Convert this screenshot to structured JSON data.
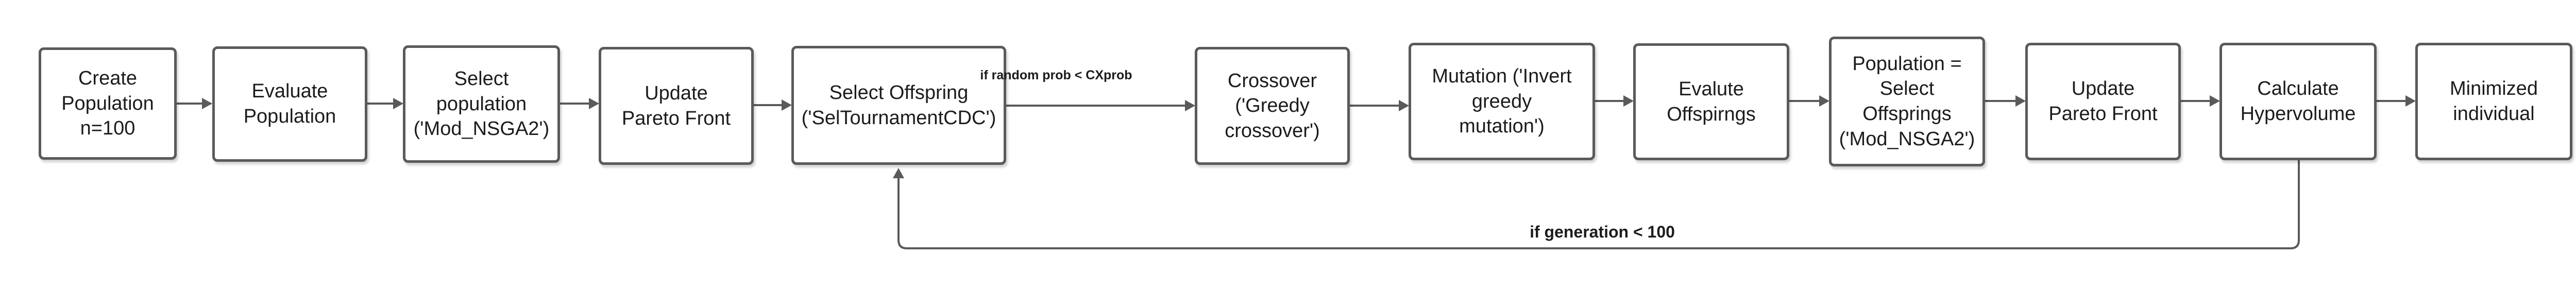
{
  "nodes": [
    {
      "id": "create_population",
      "label": "Create\nPopulation\nn=100"
    },
    {
      "id": "evaluate_population",
      "label": "Evaluate\nPopulation"
    },
    {
      "id": "select_population",
      "label": "Select\npopulation\n('Mod_NSGA2')"
    },
    {
      "id": "update_pareto_front_1",
      "label": "Update\nPareto Front"
    },
    {
      "id": "select_offspring",
      "label": "Select Offspring\n('SelTournamentCDC')"
    },
    {
      "id": "crossover",
      "label": "Crossover\n('Greedy\ncrossover')"
    },
    {
      "id": "mutation",
      "label": "Mutation ('Invert\ngreedy\nmutation')"
    },
    {
      "id": "evaluate_offsprings",
      "label": "Evalute\nOffspirngs"
    },
    {
      "id": "population_select",
      "label": "Population =\nSelect\nOffsprings\n('Mod_NSGA2')"
    },
    {
      "id": "update_pareto_front_2",
      "label": "Update\nPareto Front"
    },
    {
      "id": "calculate_hypervolume",
      "label": "Calculate\nHypervolume"
    },
    {
      "id": "minimized_individual",
      "label": "Minimized\nindividual"
    }
  ],
  "edges": {
    "crossover_condition": "if random prob < CXprob",
    "loop_condition": "if generation < 100"
  },
  "colors": {
    "stroke": "#5a5a5a",
    "text": "#1c1c1c",
    "background": "#ffffff"
  }
}
